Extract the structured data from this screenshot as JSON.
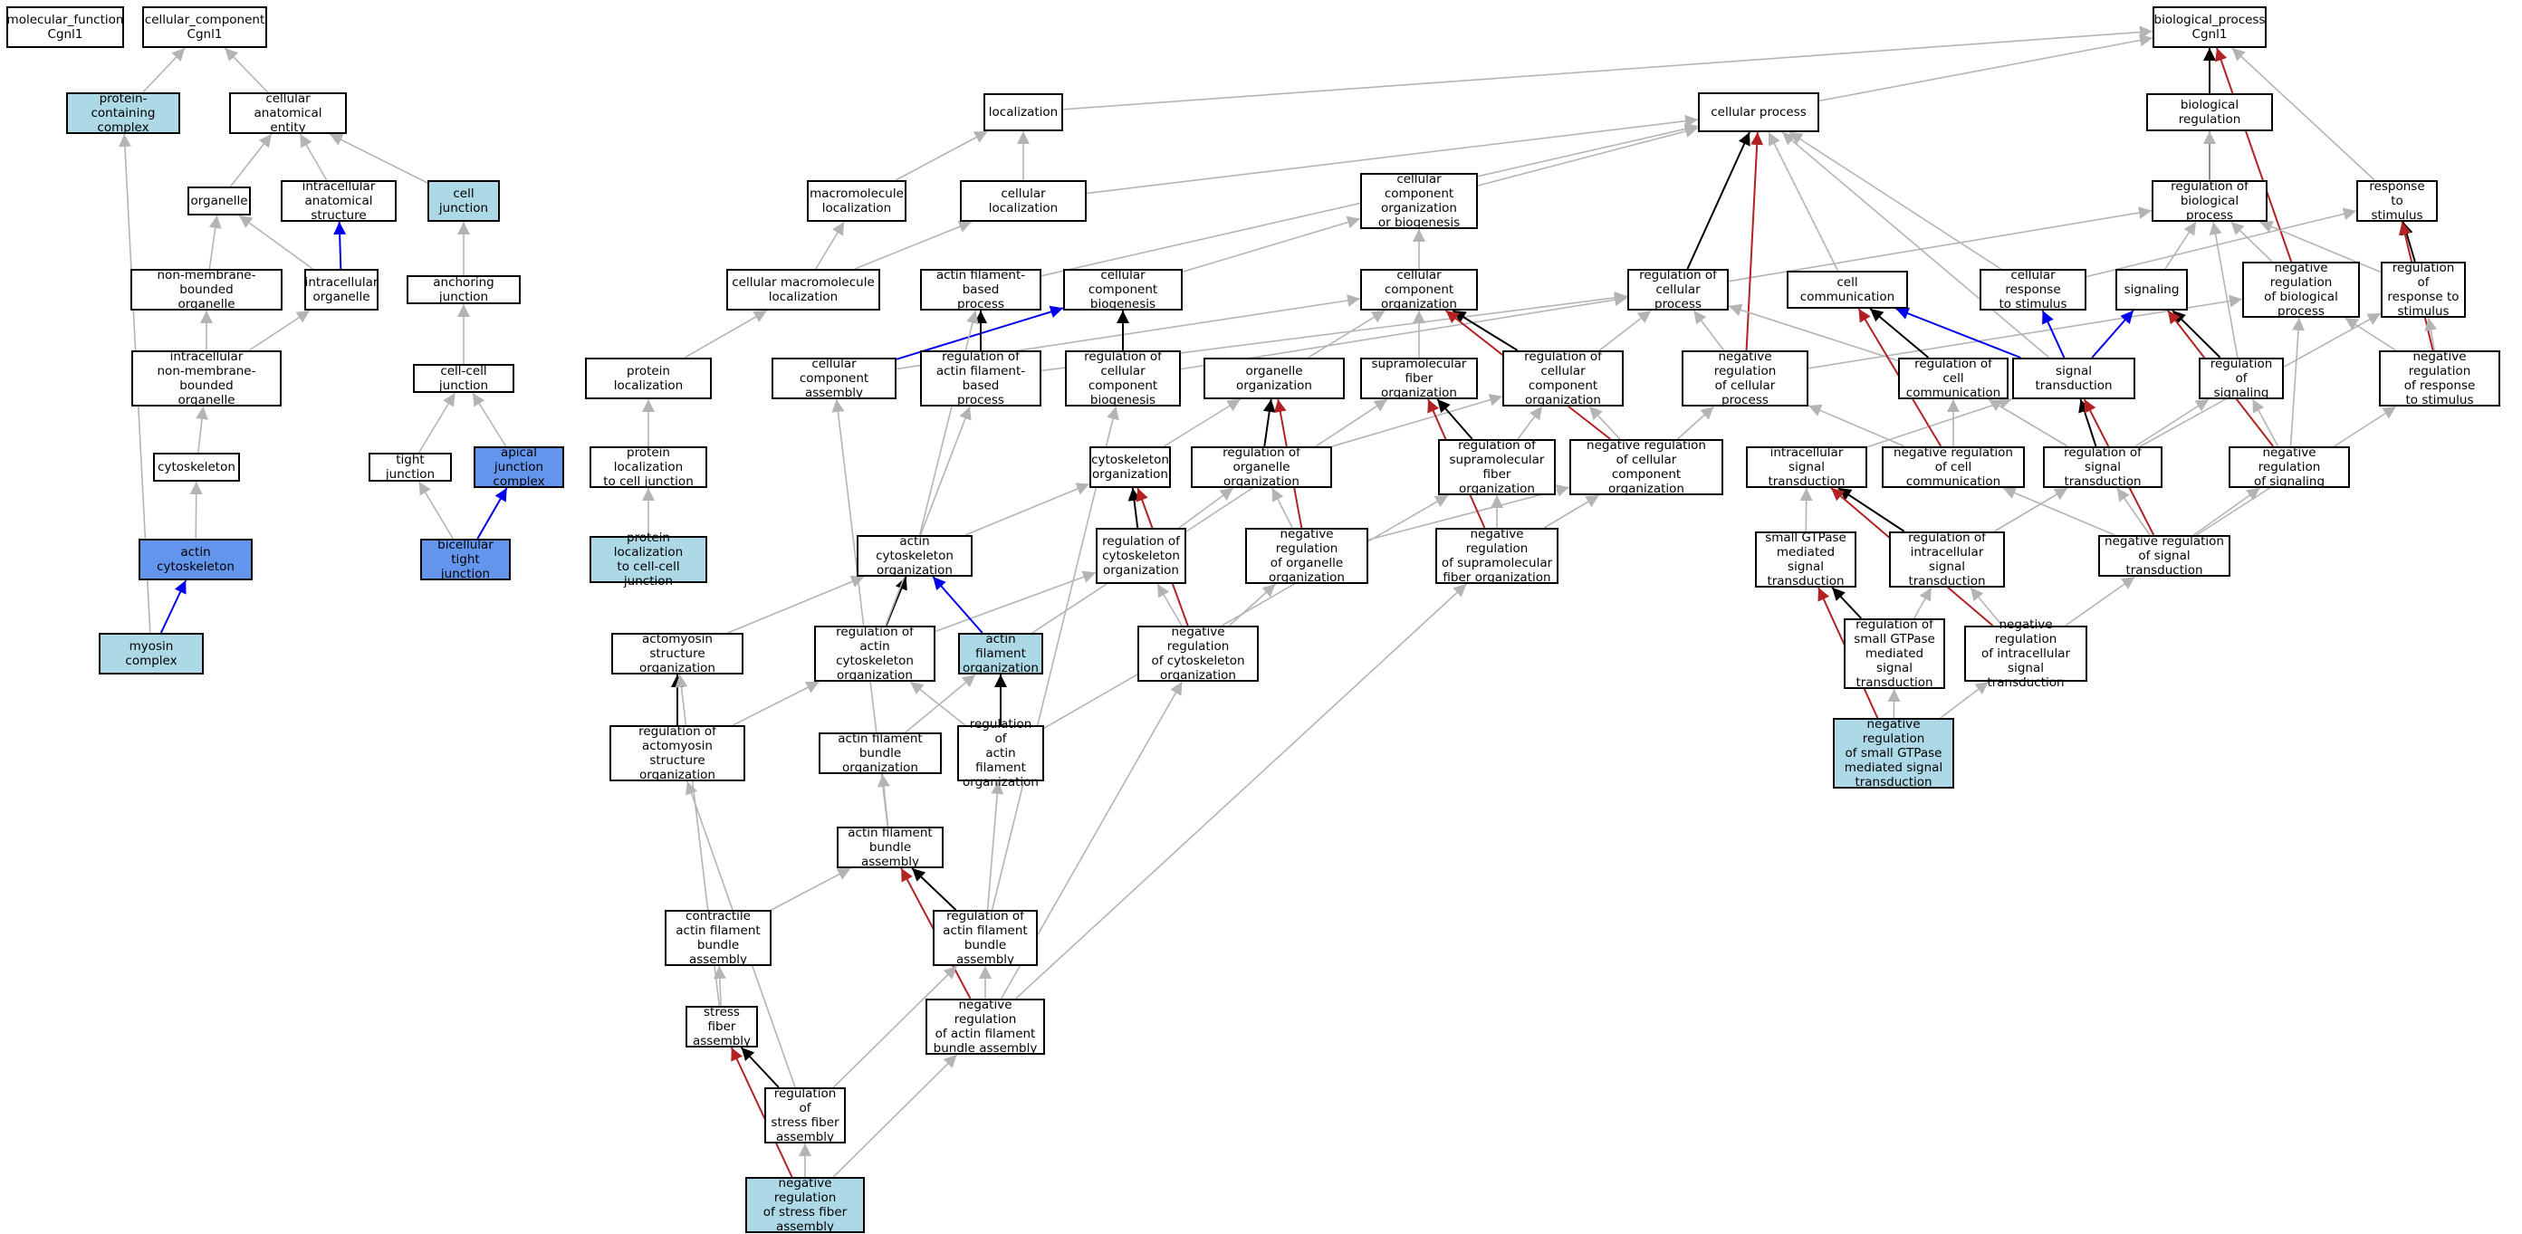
{
  "colors": {
    "is_a": "#b4b4b4",
    "part_of": "#0000ee",
    "regulates": "#000000",
    "negatively_regulates": "#b22222",
    "highlight_light": "#add8e6",
    "highlight_dark": "#6495ed"
  },
  "nodes": [
    {
      "id": "mf",
      "label": "molecular_function\nCgnl1",
      "fill": "white"
    },
    {
      "id": "cc",
      "label": "cellular_component\nCgnl1",
      "fill": "white"
    },
    {
      "id": "pcc",
      "label": "protein-containing\ncomplex",
      "fill": "light"
    },
    {
      "id": "cae",
      "label": "cellular anatomical\nentity",
      "fill": "white"
    },
    {
      "id": "org",
      "label": "organelle",
      "fill": "white"
    },
    {
      "id": "ias",
      "label": "intracellular\nanatomical structure",
      "fill": "white"
    },
    {
      "id": "cj",
      "label": "cell junction",
      "fill": "light"
    },
    {
      "id": "nmbo",
      "label": "non-membrane-bounded\norganelle",
      "fill": "white"
    },
    {
      "id": "io",
      "label": "intracellular\norganelle",
      "fill": "white"
    },
    {
      "id": "aj",
      "label": "anchoring junction",
      "fill": "white"
    },
    {
      "id": "inmbo",
      "label": "intracellular\nnon-membrane-bounded\norganelle",
      "fill": "white"
    },
    {
      "id": "ccj",
      "label": "cell-cell junction",
      "fill": "white"
    },
    {
      "id": "cyto",
      "label": "cytoskeleton",
      "fill": "white"
    },
    {
      "id": "tj",
      "label": "tight junction",
      "fill": "white"
    },
    {
      "id": "ajc",
      "label": "apical junction\ncomplex",
      "fill": "dark"
    },
    {
      "id": "acyto",
      "label": "actin cytoskeleton",
      "fill": "dark"
    },
    {
      "id": "btj",
      "label": "bicellular tight\njunction",
      "fill": "dark"
    },
    {
      "id": "myo",
      "label": "myosin complex",
      "fill": "light"
    },
    {
      "id": "loc",
      "label": "localization",
      "fill": "white"
    },
    {
      "id": "mloc",
      "label": "macromolecule\nlocalization",
      "fill": "white"
    },
    {
      "id": "cloc",
      "label": "cellular localization",
      "fill": "white"
    },
    {
      "id": "cmloc",
      "label": "cellular macromolecule\nlocalization",
      "fill": "white"
    },
    {
      "id": "ploc",
      "label": "protein localization",
      "fill": "white"
    },
    {
      "id": "plcj",
      "label": "protein localization\nto cell junction",
      "fill": "white"
    },
    {
      "id": "plccj",
      "label": "protein localization\nto cell-cell\njunction",
      "fill": "light"
    },
    {
      "id": "cp",
      "label": "cellular process",
      "fill": "white"
    },
    {
      "id": "ccob",
      "label": "cellular component\norganization\nor biogenesis",
      "fill": "white"
    },
    {
      "id": "afbp",
      "label": "actin filament-based\nprocess",
      "fill": "white"
    },
    {
      "id": "ccb",
      "label": "cellular component\nbiogenesis",
      "fill": "white"
    },
    {
      "id": "cco",
      "label": "cellular component\norganization",
      "fill": "white"
    },
    {
      "id": "cca",
      "label": "cellular component\nassembly",
      "fill": "white"
    },
    {
      "id": "rafbp",
      "label": "regulation of\nactin filament-based\nprocess",
      "fill": "white"
    },
    {
      "id": "rccb",
      "label": "regulation of\ncellular component\nbiogenesis",
      "fill": "white"
    },
    {
      "id": "oo",
      "label": "organelle organization",
      "fill": "white"
    },
    {
      "id": "sfo",
      "label": "supramolecular\nfiber organization",
      "fill": "white"
    },
    {
      "id": "rcco",
      "label": "regulation of\ncellular component\norganization",
      "fill": "white"
    },
    {
      "id": "co",
      "label": "cytoskeleton\norganization",
      "fill": "white"
    },
    {
      "id": "roo",
      "label": "regulation of\norganelle organization",
      "fill": "white"
    },
    {
      "id": "rsfo",
      "label": "regulation of\nsupramolecular\nfiber organization",
      "fill": "white"
    },
    {
      "id": "nrcco",
      "label": "negative regulation\nof cellular\ncomponent organization",
      "fill": "white"
    },
    {
      "id": "aco",
      "label": "actin cytoskeleton\norganization",
      "fill": "white"
    },
    {
      "id": "rco",
      "label": "regulation of\ncytoskeleton\norganization",
      "fill": "white"
    },
    {
      "id": "nroo",
      "label": "negative regulation\nof organelle\norganization",
      "fill": "white"
    },
    {
      "id": "nrsfo",
      "label": "negative regulation\nof supramolecular\nfiber organization",
      "fill": "white"
    },
    {
      "id": "amso",
      "label": "actomyosin structure\norganization",
      "fill": "white"
    },
    {
      "id": "raco",
      "label": "regulation of\nactin cytoskeleton\norganization",
      "fill": "white"
    },
    {
      "id": "afo",
      "label": "actin filament\norganization",
      "fill": "light"
    },
    {
      "id": "nrco",
      "label": "negative regulation\nof cytoskeleton\norganization",
      "fill": "white"
    },
    {
      "id": "ramso",
      "label": "regulation of\nactomyosin structure\norganization",
      "fill": "white"
    },
    {
      "id": "afbo",
      "label": "actin filament\nbundle organization",
      "fill": "white"
    },
    {
      "id": "rafo",
      "label": "regulation of\nactin filament\norganization",
      "fill": "white"
    },
    {
      "id": "afba",
      "label": "actin filament\nbundle assembly",
      "fill": "white"
    },
    {
      "id": "cafba",
      "label": "contractile\nactin filament\nbundle assembly",
      "fill": "white"
    },
    {
      "id": "rafba",
      "label": "regulation of\nactin filament\nbundle assembly",
      "fill": "white"
    },
    {
      "id": "sfa",
      "label": "stress fiber\nassembly",
      "fill": "white"
    },
    {
      "id": "nrafba",
      "label": "negative regulation\nof actin filament\nbundle assembly",
      "fill": "white"
    },
    {
      "id": "rsfa",
      "label": "regulation of\nstress fiber\nassembly",
      "fill": "white"
    },
    {
      "id": "nrsfa",
      "label": "negative regulation\nof stress fiber\nassembly",
      "fill": "light"
    },
    {
      "id": "bp",
      "label": "biological_process\nCgnl1",
      "fill": "white"
    },
    {
      "id": "breg",
      "label": "biological regulation",
      "fill": "white"
    },
    {
      "id": "rbp",
      "label": "regulation of\nbiological process",
      "fill": "white"
    },
    {
      "id": "rts",
      "label": "response to\nstimulus",
      "fill": "white"
    },
    {
      "id": "rcp",
      "label": "regulation of\ncellular process",
      "fill": "white"
    },
    {
      "id": "ccom",
      "label": "cell communication",
      "fill": "white"
    },
    {
      "id": "crs",
      "label": "cellular response\nto stimulus",
      "fill": "white"
    },
    {
      "id": "sig",
      "label": "signaling",
      "fill": "white"
    },
    {
      "id": "nrbp",
      "label": "negative regulation\nof biological\nprocess",
      "fill": "white"
    },
    {
      "id": "rrs",
      "label": "regulation of\nresponse to\nstimulus",
      "fill": "white"
    },
    {
      "id": "nrcp",
      "label": "negative regulation\nof cellular\nprocess",
      "fill": "white"
    },
    {
      "id": "rcc",
      "label": "regulation of\ncell communication",
      "fill": "white"
    },
    {
      "id": "st",
      "label": "signal transduction",
      "fill": "white"
    },
    {
      "id": "rsig",
      "label": "regulation of\nsignaling",
      "fill": "white"
    },
    {
      "id": "nrrs",
      "label": "negative regulation\nof response\nto stimulus",
      "fill": "white"
    },
    {
      "id": "ist",
      "label": "intracellular\nsignal transduction",
      "fill": "white"
    },
    {
      "id": "nrcc",
      "label": "negative regulation\nof cell communication",
      "fill": "white"
    },
    {
      "id": "rst",
      "label": "regulation of\nsignal transduction",
      "fill": "white"
    },
    {
      "id": "nrsig",
      "label": "negative regulation\nof signaling",
      "fill": "white"
    },
    {
      "id": "sgmst",
      "label": "small GTPase\nmediated signal\ntransduction",
      "fill": "white"
    },
    {
      "id": "rist",
      "label": "regulation of\nintracellular\nsignal transduction",
      "fill": "white"
    },
    {
      "id": "nrst",
      "label": "negative regulation\nof signal transduction",
      "fill": "white"
    },
    {
      "id": "rsgmst",
      "label": "regulation of\nsmall GTPase\nmediated signal\ntransduction",
      "fill": "white"
    },
    {
      "id": "nrist",
      "label": "negative regulation\nof intracellular\nsignal transduction",
      "fill": "white"
    },
    {
      "id": "nrsgmst",
      "label": "negative regulation\nof small GTPase\nmediated signal\ntransduction",
      "fill": "light"
    }
  ],
  "edges": [
    [
      "pcc",
      "cc",
      "is_a"
    ],
    [
      "cae",
      "cc",
      "is_a"
    ],
    [
      "org",
      "cae",
      "is_a"
    ],
    [
      "ias",
      "cae",
      "is_a"
    ],
    [
      "cj",
      "cae",
      "is_a"
    ],
    [
      "nmbo",
      "org",
      "is_a"
    ],
    [
      "io",
      "org",
      "is_a"
    ],
    [
      "io",
      "ias",
      "part_of"
    ],
    [
      "inmbo",
      "nmbo",
      "is_a"
    ],
    [
      "inmbo",
      "io",
      "is_a"
    ],
    [
      "cyto",
      "inmbo",
      "is_a"
    ],
    [
      "acyto",
      "cyto",
      "is_a"
    ],
    [
      "myo",
      "acyto",
      "part_of"
    ],
    [
      "myo",
      "pcc",
      "is_a"
    ],
    [
      "aj",
      "cj",
      "is_a"
    ],
    [
      "ccj",
      "aj",
      "is_a"
    ],
    [
      "tj",
      "ccj",
      "is_a"
    ],
    [
      "ajc",
      "ccj",
      "is_a"
    ],
    [
      "btj",
      "tj",
      "is_a"
    ],
    [
      "btj",
      "ajc",
      "part_of"
    ],
    [
      "loc",
      "bp",
      "is_a"
    ],
    [
      "mloc",
      "loc",
      "is_a"
    ],
    [
      "cloc",
      "loc",
      "is_a"
    ],
    [
      "cloc",
      "cp",
      "is_a"
    ],
    [
      "cmloc",
      "mloc",
      "is_a"
    ],
    [
      "cmloc",
      "cloc",
      "is_a"
    ],
    [
      "ploc",
      "cmloc",
      "is_a"
    ],
    [
      "plcj",
      "ploc",
      "is_a"
    ],
    [
      "plccj",
      "plcj",
      "is_a"
    ],
    [
      "cp",
      "bp",
      "is_a"
    ],
    [
      "ccob",
      "cp",
      "is_a"
    ],
    [
      "afbp",
      "cp",
      "is_a"
    ],
    [
      "ccb",
      "ccob",
      "is_a"
    ],
    [
      "cco",
      "ccob",
      "is_a"
    ],
    [
      "cca",
      "ccb",
      "part_of"
    ],
    [
      "cca",
      "cco",
      "is_a"
    ],
    [
      "rafbp",
      "afbp",
      "regulates"
    ],
    [
      "rafbp",
      "rcp",
      "is_a"
    ],
    [
      "rccb",
      "ccb",
      "regulates"
    ],
    [
      "rccb",
      "rcp",
      "is_a"
    ],
    [
      "oo",
      "cco",
      "is_a"
    ],
    [
      "sfo",
      "cco",
      "is_a"
    ],
    [
      "rcco",
      "cco",
      "regulates"
    ],
    [
      "rcco",
      "rcp",
      "is_a"
    ],
    [
      "co",
      "oo",
      "is_a"
    ],
    [
      "roo",
      "oo",
      "regulates"
    ],
    [
      "roo",
      "rcco",
      "is_a"
    ],
    [
      "rsfo",
      "sfo",
      "regulates"
    ],
    [
      "rsfo",
      "rcco",
      "is_a"
    ],
    [
      "nrcco",
      "cco",
      "negatively_regulates"
    ],
    [
      "nrcco",
      "rcco",
      "is_a"
    ],
    [
      "nrcco",
      "nrcp",
      "is_a"
    ],
    [
      "aco",
      "co",
      "is_a"
    ],
    [
      "aco",
      "afbp",
      "is_a"
    ],
    [
      "rco",
      "co",
      "regulates"
    ],
    [
      "rco",
      "roo",
      "is_a"
    ],
    [
      "nroo",
      "oo",
      "negatively_regulates"
    ],
    [
      "nroo",
      "roo",
      "is_a"
    ],
    [
      "nroo",
      "nrcco",
      "is_a"
    ],
    [
      "nrsfo",
      "sfo",
      "negatively_regulates"
    ],
    [
      "nrsfo",
      "rsfo",
      "is_a"
    ],
    [
      "nrsfo",
      "nrcco",
      "is_a"
    ],
    [
      "amso",
      "aco",
      "is_a"
    ],
    [
      "raco",
      "aco",
      "regulates"
    ],
    [
      "raco",
      "rco",
      "is_a"
    ],
    [
      "raco",
      "rafbp",
      "is_a"
    ],
    [
      "afo",
      "aco",
      "part_of"
    ],
    [
      "afo",
      "sfo",
      "is_a"
    ],
    [
      "nrco",
      "co",
      "negatively_regulates"
    ],
    [
      "nrco",
      "rco",
      "is_a"
    ],
    [
      "nrco",
      "nroo",
      "is_a"
    ],
    [
      "ramso",
      "amso",
      "regulates"
    ],
    [
      "ramso",
      "raco",
      "is_a"
    ],
    [
      "afbo",
      "afo",
      "is_a"
    ],
    [
      "rafo",
      "afo",
      "regulates"
    ],
    [
      "rafo",
      "raco",
      "is_a"
    ],
    [
      "rafo",
      "rsfo",
      "is_a"
    ],
    [
      "afba",
      "afbo",
      "is_a"
    ],
    [
      "afba",
      "cca",
      "is_a"
    ],
    [
      "cafba",
      "afba",
      "is_a"
    ],
    [
      "rafba",
      "afba",
      "regulates"
    ],
    [
      "rafba",
      "rafo",
      "is_a"
    ],
    [
      "rafba",
      "rccb",
      "is_a"
    ],
    [
      "sfa",
      "cafba",
      "is_a"
    ],
    [
      "sfa",
      "amso",
      "is_a"
    ],
    [
      "nrafba",
      "afba",
      "negatively_regulates"
    ],
    [
      "nrafba",
      "rafba",
      "is_a"
    ],
    [
      "nrafba",
      "nrco",
      "is_a"
    ],
    [
      "nrafba",
      "nrsfo",
      "is_a"
    ],
    [
      "rsfa",
      "sfa",
      "regulates"
    ],
    [
      "rsfa",
      "rafba",
      "is_a"
    ],
    [
      "rsfa",
      "ramso",
      "is_a"
    ],
    [
      "nrsfa",
      "sfa",
      "negatively_regulates"
    ],
    [
      "nrsfa",
      "rsfa",
      "is_a"
    ],
    [
      "nrsfa",
      "nrafba",
      "is_a"
    ],
    [
      "breg",
      "bp",
      "is_a"
    ],
    [
      "rbp",
      "bp",
      "regulates"
    ],
    [
      "rbp",
      "breg",
      "is_a"
    ],
    [
      "rts",
      "bp",
      "is_a"
    ],
    [
      "rcp",
      "cp",
      "regulates"
    ],
    [
      "rcp",
      "rbp",
      "is_a"
    ],
    [
      "ccom",
      "cp",
      "is_a"
    ],
    [
      "crs",
      "rts",
      "is_a"
    ],
    [
      "crs",
      "cp",
      "is_a"
    ],
    [
      "sig",
      "rbp",
      "is_a"
    ],
    [
      "nrbp",
      "bp",
      "negatively_regulates"
    ],
    [
      "nrbp",
      "rbp",
      "is_a"
    ],
    [
      "rrs",
      "rts",
      "regulates"
    ],
    [
      "rrs",
      "rbp",
      "is_a"
    ],
    [
      "nrcp",
      "cp",
      "negatively_regulates"
    ],
    [
      "nrcp",
      "rcp",
      "is_a"
    ],
    [
      "nrcp",
      "nrbp",
      "is_a"
    ],
    [
      "rcc",
      "ccom",
      "regulates"
    ],
    [
      "rcc",
      "rcp",
      "is_a"
    ],
    [
      "st",
      "ccom",
      "part_of"
    ],
    [
      "st",
      "crs",
      "part_of"
    ],
    [
      "st",
      "sig",
      "part_of"
    ],
    [
      "st",
      "cp",
      "is_a"
    ],
    [
      "rsig",
      "sig",
      "regulates"
    ],
    [
      "rsig",
      "rbp",
      "is_a"
    ],
    [
      "nrrs",
      "rts",
      "negatively_regulates"
    ],
    [
      "nrrs",
      "rrs",
      "is_a"
    ],
    [
      "nrrs",
      "nrbp",
      "is_a"
    ],
    [
      "ist",
      "st",
      "is_a"
    ],
    [
      "nrcc",
      "ccom",
      "negatively_regulates"
    ],
    [
      "nrcc",
      "rcc",
      "is_a"
    ],
    [
      "nrcc",
      "nrcp",
      "is_a"
    ],
    [
      "rst",
      "st",
      "regulates"
    ],
    [
      "rst",
      "rcc",
      "is_a"
    ],
    [
      "rst",
      "rsig",
      "is_a"
    ],
    [
      "rst",
      "rrs",
      "is_a"
    ],
    [
      "nrsig",
      "sig",
      "negatively_regulates"
    ],
    [
      "nrsig",
      "rsig",
      "is_a"
    ],
    [
      "nrsig",
      "nrbp",
      "is_a"
    ],
    [
      "sgmst",
      "ist",
      "is_a"
    ],
    [
      "rist",
      "ist",
      "regulates"
    ],
    [
      "rist",
      "rst",
      "is_a"
    ],
    [
      "nrst",
      "st",
      "negatively_regulates"
    ],
    [
      "nrst",
      "rst",
      "is_a"
    ],
    [
      "nrst",
      "nrcc",
      "is_a"
    ],
    [
      "nrst",
      "nrsig",
      "is_a"
    ],
    [
      "nrst",
      "nrrs",
      "is_a"
    ],
    [
      "rsgmst",
      "sgmst",
      "regulates"
    ],
    [
      "rsgmst",
      "rist",
      "is_a"
    ],
    [
      "nrist",
      "ist",
      "negatively_regulates"
    ],
    [
      "nrist",
      "rist",
      "is_a"
    ],
    [
      "nrist",
      "nrst",
      "is_a"
    ],
    [
      "nrsgmst",
      "sgmst",
      "negatively_regulates"
    ],
    [
      "nrsgmst",
      "rsgmst",
      "is_a"
    ],
    [
      "nrsgmst",
      "nrist",
      "is_a"
    ]
  ]
}
